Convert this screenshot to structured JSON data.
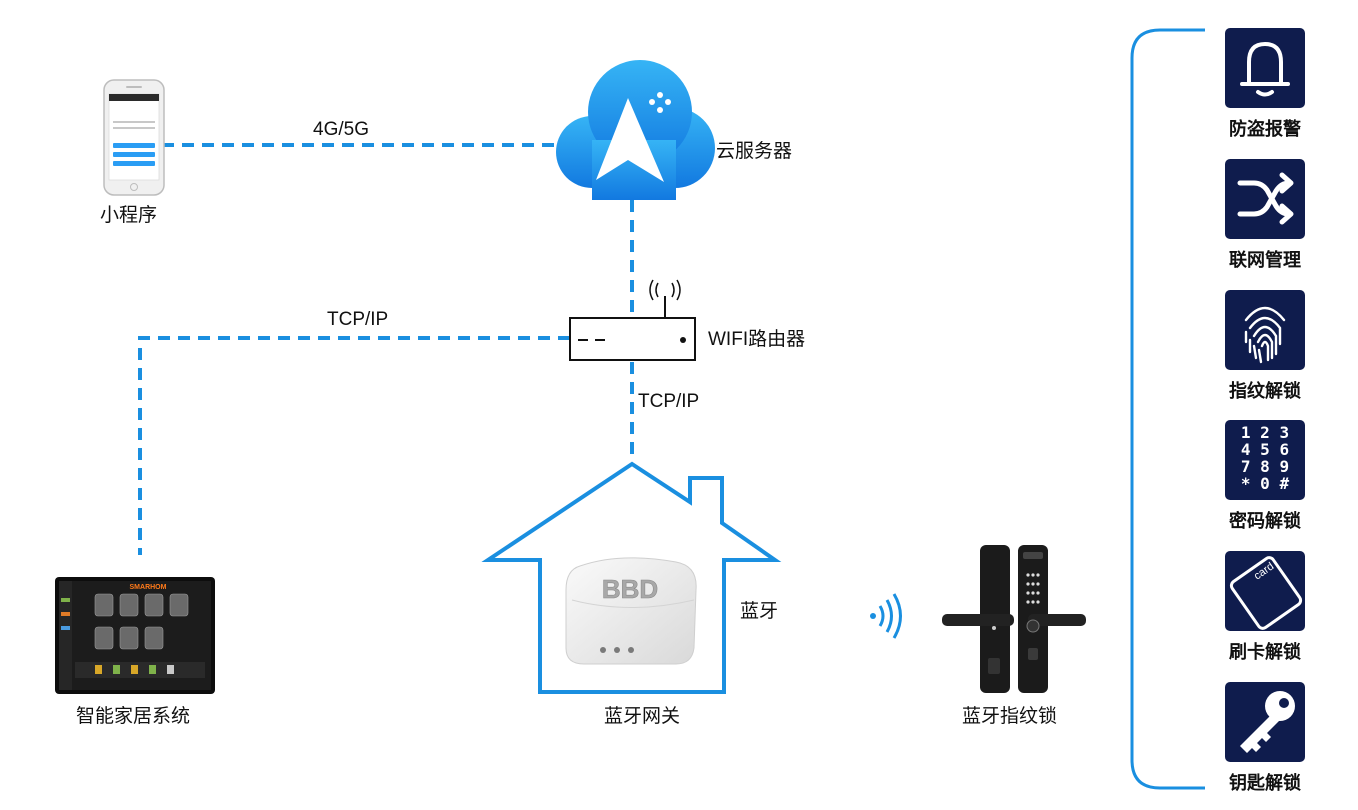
{
  "nodes": {
    "miniprogram": "小程序",
    "cloud": "云服务器",
    "router": "WIFI路由器",
    "smarthome": "智能家居系统",
    "gateway": "蓝牙网关",
    "lock": "蓝牙指纹锁",
    "smarthome_brand": "SMARHOM",
    "gateway_logo": "BBD"
  },
  "links": {
    "phone_cloud": "4G/5G",
    "router_smarthome": "TCP/IP",
    "router_gateway": "TCP/IP",
    "gateway_lock": "蓝牙"
  },
  "features": [
    {
      "label": "防盗报警",
      "icon": "bell-icon"
    },
    {
      "label": "联网管理",
      "icon": "shuffle-icon"
    },
    {
      "label": "指纹解锁",
      "icon": "fingerprint-icon"
    },
    {
      "label": "密码解锁",
      "icon": "keypad-icon",
      "keypad": [
        "1 2 3",
        "4 5 6",
        "7 8 9",
        "* 0 #"
      ]
    },
    {
      "label": "刷卡解锁",
      "icon": "card-icon",
      "card_text": "card"
    },
    {
      "label": "钥匙解锁",
      "icon": "key-icon"
    }
  ],
  "colors": {
    "link": "#1a8fe0",
    "tile": "#0f1c4d",
    "cloud_top": "#36b4f5",
    "cloud_bottom": "#1279e0"
  }
}
